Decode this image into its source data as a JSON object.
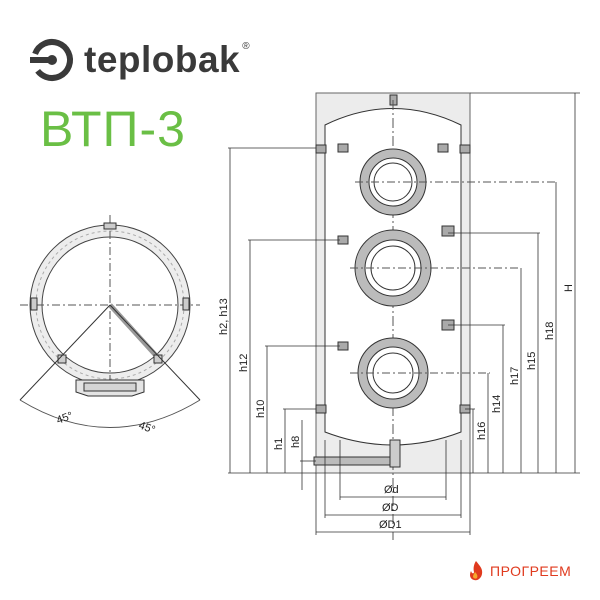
{
  "brand": {
    "name": "teplobak",
    "reg": "®",
    "model": "ВТП-3",
    "partner": "ПРОГРЕЕМ"
  },
  "colors": {
    "model_green": "#6abf45",
    "logo_dark": "#3a3a3a",
    "partner_red": "#e03a1e",
    "line": "#333333"
  },
  "plan_view": {
    "angle_left": "45°",
    "angle_right": "45°"
  },
  "dimensions": {
    "heights": [
      "H",
      "h18",
      "h15",
      "h17",
      "h14",
      "h16",
      "h2, h13",
      "h12",
      "h10",
      "h1",
      "h8"
    ],
    "diameters": [
      "Ød",
      "ØD",
      "ØD1"
    ]
  }
}
